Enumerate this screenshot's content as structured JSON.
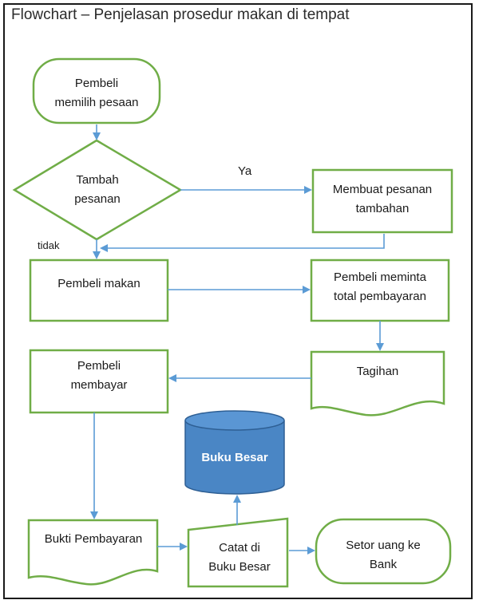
{
  "title": "Flowchart – Penjelasan prosedur makan di tempat",
  "nodes": {
    "start": [
      "Pembeli",
      "memilih pesaan"
    ],
    "decision": [
      "Tambah",
      "pesanan"
    ],
    "extra_order": [
      "Membuat pesanan",
      "tambahan"
    ],
    "eat": [
      "Pembeli makan"
    ],
    "ask_total": [
      "Pembeli meminta",
      "total pembayaran"
    ],
    "bill": [
      "Tagihan"
    ],
    "pay": [
      "Pembeli",
      "membayar"
    ],
    "receipt": [
      "Bukti Pembayaran"
    ],
    "record": [
      "Catat di",
      "Buku Besar"
    ],
    "ledger": [
      "Buku Besar"
    ],
    "deposit": [
      "Setor uang ke",
      "Bank"
    ]
  },
  "edge_labels": {
    "yes": "Ya",
    "no": "tidak"
  },
  "colors": {
    "shape_border": "#70ad47",
    "arrow": "#5b9bd5",
    "database_fill": "#4a86c5",
    "database_stroke": "#2e5f94"
  }
}
